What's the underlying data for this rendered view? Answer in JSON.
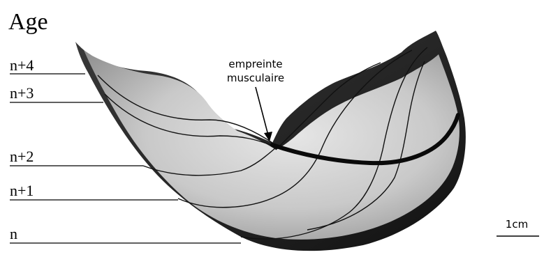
{
  "figure": {
    "title": "Age",
    "growth_lines": [
      "n+4",
      "n+3",
      "n+2",
      "n+1",
      "n"
    ],
    "annotation": {
      "line1": "empreinte",
      "line2": "musculaire"
    },
    "scale_bar_label": "1cm"
  }
}
